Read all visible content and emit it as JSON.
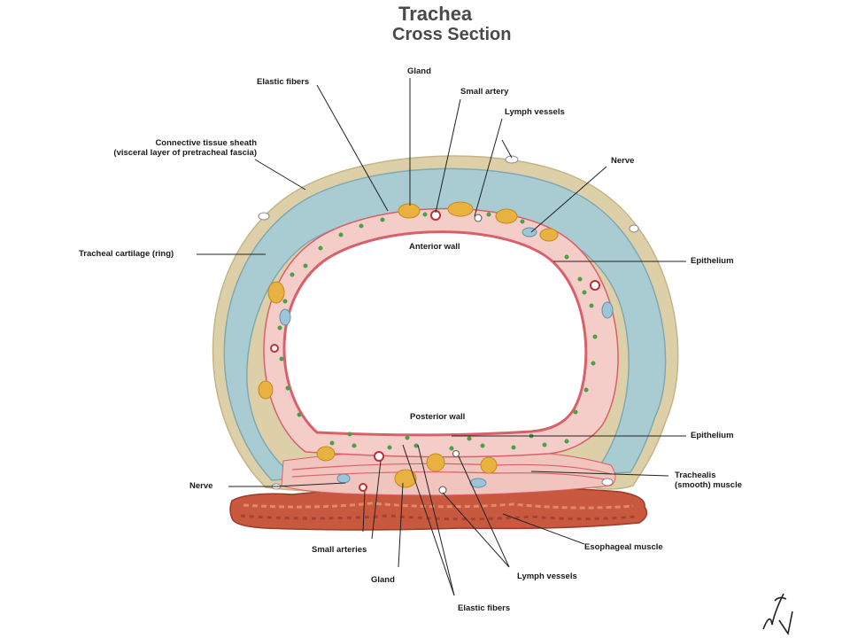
{
  "title": "Trachea",
  "subtitle": "Cross Section",
  "labels": {
    "gland_top": "Gland",
    "elastic_fibers_top": "Elastic fibers",
    "small_artery": "Small artery",
    "lymph_vessels_top": "Lymph vessels",
    "connective_sheath_1": "Connective tissue sheath",
    "connective_sheath_2": "(visceral layer of pretracheal fascia)",
    "nerve_top": "Nerve",
    "anterior_wall": "Anterior wall",
    "tracheal_cartilage": "Tracheal cartilage (ring)",
    "epithelium_top": "Epithelium",
    "posterior_wall": "Posterior wall",
    "epithelium_bottom": "Epithelium",
    "trachealis_1": "Trachealis",
    "trachealis_2": "(smooth) muscle",
    "nerve_bottom": "Nerve",
    "esophageal_muscle": "Esophageal muscle",
    "small_arteries": "Small arteries",
    "gland_bottom": "Gland",
    "lymph_vessels_bottom": "Lymph vessels",
    "elastic_fibers_bottom": "Elastic fibers"
  },
  "colors": {
    "cartilage": "#a9ccd2",
    "sheath": "#ddd0a8",
    "mucosa": "#f4ccc8",
    "epithelium": "#d9606a",
    "gland": "#e9b140",
    "dots": "#4aa048",
    "muscle": "#c8593e",
    "trachealis": "#e0707a"
  },
  "icons": [
    "signature-mark"
  ]
}
